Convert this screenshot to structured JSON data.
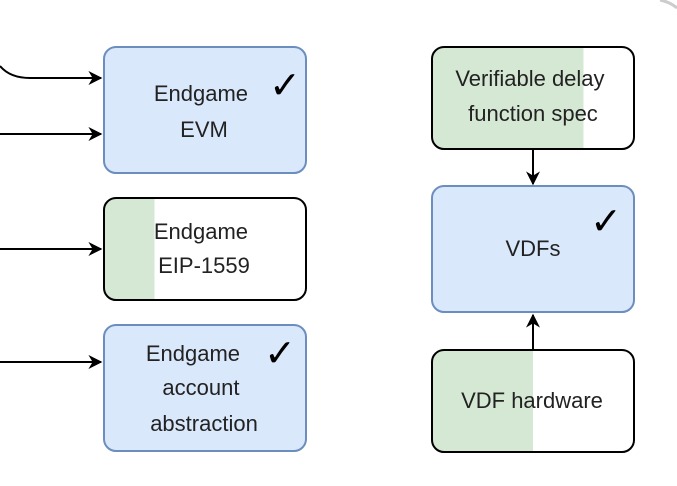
{
  "nodes": {
    "endgame_evm": {
      "lines": [
        "Endgame",
        "EVM"
      ],
      "check": "✓",
      "fill": "#dae8fc",
      "stroke": "#6c8ebf"
    },
    "endgame_eip1559": {
      "lines": [
        "Endgame",
        "EIP-1559"
      ],
      "progress": 0.25,
      "progress_color": "#d5e8d4",
      "fill": "#ffffff",
      "stroke": "#000000"
    },
    "endgame_account_abstraction": {
      "lines": [
        "Endgame",
        "account",
        "abstraction"
      ],
      "check": "✓",
      "fill": "#dae8fc",
      "stroke": "#6c8ebf"
    },
    "vdf_spec": {
      "lines": [
        "Verifiable delay",
        "function spec"
      ],
      "progress": 0.75,
      "progress_color": "#d5e8d4",
      "fill": "#ffffff",
      "stroke": "#000000"
    },
    "vdfs": {
      "lines": [
        "VDFs"
      ],
      "check": "✓",
      "fill": "#dae8fc",
      "stroke": "#6c8ebf"
    },
    "vdf_hardware": {
      "lines": [
        "VDF hardware"
      ],
      "progress": 0.5,
      "progress_color": "#d5e8d4",
      "fill": "#ffffff",
      "stroke": "#000000"
    }
  },
  "edges": [
    {
      "from": "offscreen-left",
      "to": "endgame_evm"
    },
    {
      "from": "offscreen-left",
      "to": "endgame_evm"
    },
    {
      "from": "offscreen-left",
      "to": "endgame_eip1559"
    },
    {
      "from": "offscreen-left",
      "to": "endgame_account_abstraction"
    },
    {
      "from": "vdf_spec",
      "to": "vdfs"
    },
    {
      "from": "vdf_hardware",
      "to": "vdfs"
    }
  ]
}
